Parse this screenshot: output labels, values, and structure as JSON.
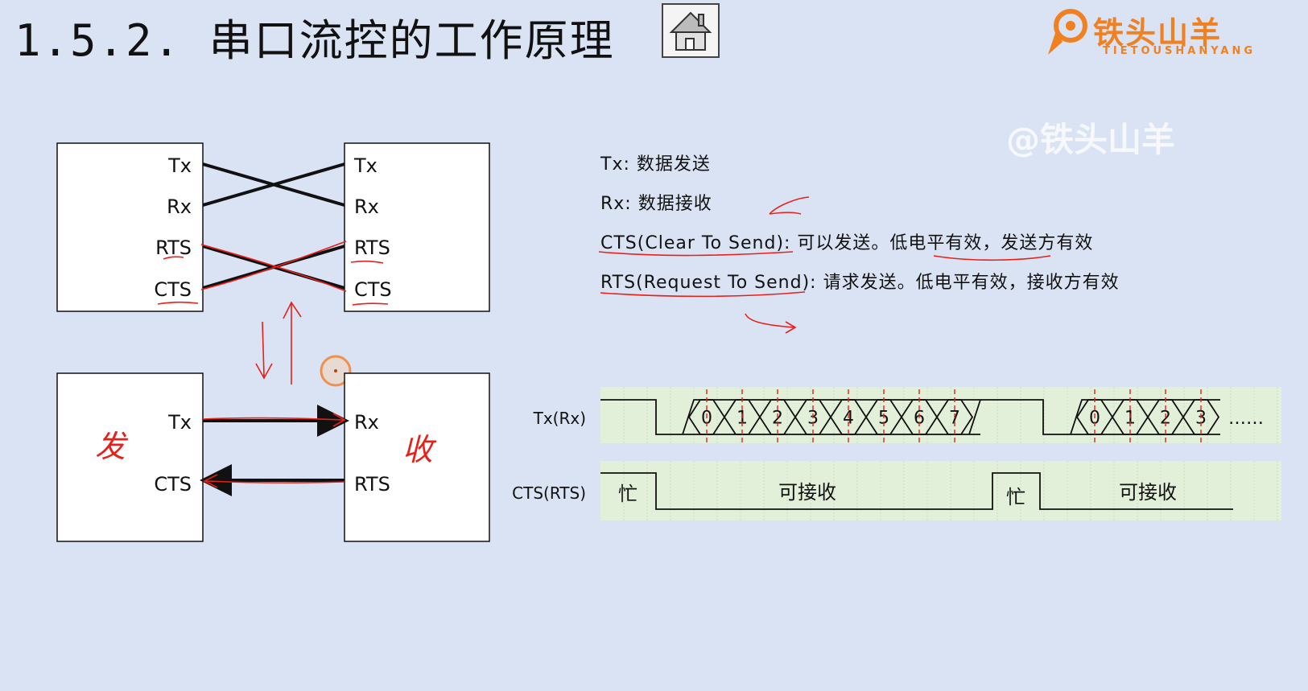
{
  "title": "1.5.2.  串口流控的工作原理",
  "logo": {
    "name": "铁头山羊",
    "sub": "TIETOUSHANYANG"
  },
  "watermark": "@铁头山羊",
  "top_diagram": {
    "left_pins": [
      "Tx",
      "Rx",
      "RTS",
      "CTS"
    ],
    "right_pins": [
      "Tx",
      "Rx",
      "RTS",
      "CTS"
    ]
  },
  "bottom_diagram": {
    "left_pins": [
      "Tx",
      "CTS"
    ],
    "right_pins": [
      "Rx",
      "RTS"
    ],
    "left_note": "发",
    "right_note": "收"
  },
  "legend": [
    "Tx: 数据发送",
    "Rx: 数据接收",
    "CTS(Clear To Send): 可以发送。低电平有效，发送方有效",
    "RTS(Request To Send): 请求发送。低电平有效，接收方有效"
  ],
  "timing": {
    "tx_label": "Tx(Rx)",
    "cts_label": "CTS(RTS)",
    "frame1_bits": [
      "0",
      "1",
      "2",
      "3",
      "4",
      "5",
      "6",
      "7"
    ],
    "frame2_bits": [
      "0",
      "1",
      "2",
      "3"
    ],
    "ellipsis": "……",
    "busy_label": "忙",
    "ready_label": "可接收"
  },
  "colors": {
    "background": "#dae3f3",
    "timing_band": "#e2efd9",
    "annotation": "#e8201a",
    "accent": "#f08020"
  }
}
